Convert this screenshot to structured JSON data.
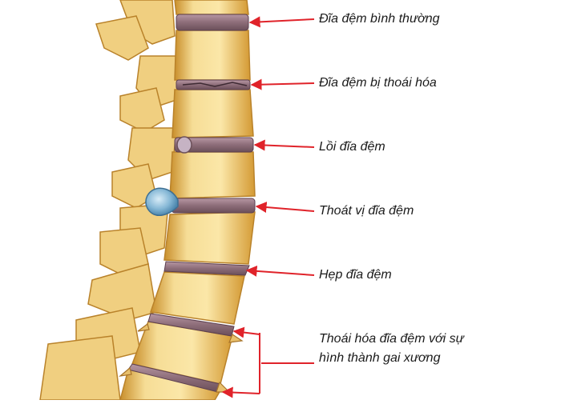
{
  "diagram": {
    "labels": [
      "Đĩa đệm bình thường",
      "Đĩa đệm bị thoái hóa",
      "Lồi đĩa đệm",
      "Thoát vị đĩa đệm",
      "Hẹp đĩa đệm",
      "Thoái hóa đĩa đệm với sự",
      "hình thành gai xương"
    ]
  },
  "colors": {
    "bone": "#f1d38a",
    "bone_shadow": "#c98f2c",
    "disc": "#9a7a86",
    "disc_dark": "#6b4f59",
    "bulge": "#b8a7b8",
    "herniation": "#7fb1d1",
    "arrow": "#e0232a"
  }
}
